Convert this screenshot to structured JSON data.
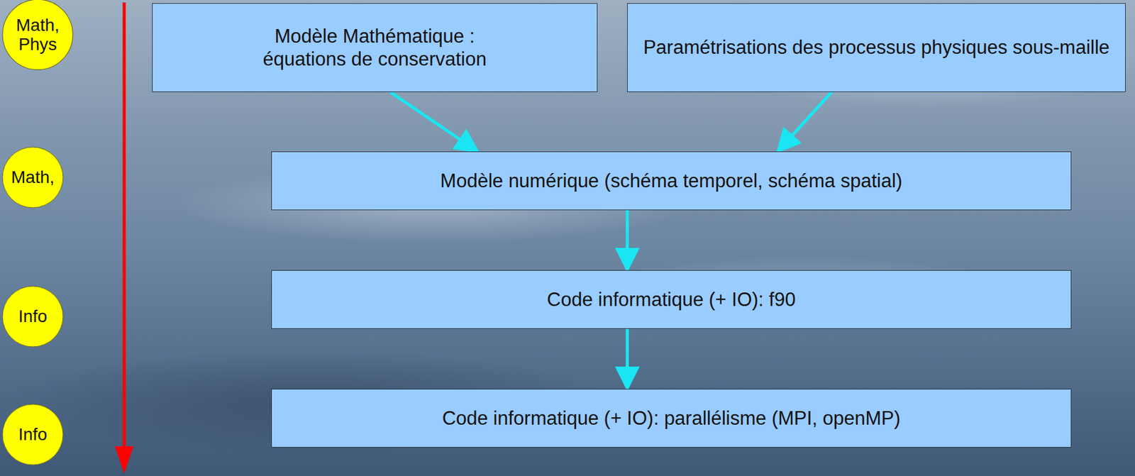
{
  "diagram": {
    "nodes": [
      {
        "text": [
          "Math, Phys"
        ]
      },
      {
        "text": [
          "Modèle Mathématique : équations de conservation"
        ]
      },
      {
        "text": [
          "Paramétrisations des processus physiques sous-maille"
        ]
      },
      {
        "text": [
          "Math,"
        ]
      },
      {
        "text": [
          "Modèle numérique (schéma temporel, schéma spatial)"
        ]
      },
      {
        "text": [
          "Info"
        ]
      },
      {
        "text": [
          "Code informatique (+ IO): f90"
        ]
      },
      {
        "text": [
          "Info"
        ]
      },
      {
        "text": [
          "Code informatique (+ IO): parallélisme (MPI, openMP)"
        ]
      }
    ],
    "edges": [
      {
        "from": 1,
        "to": 4,
        "arrow": "to"
      },
      {
        "from": 2,
        "to": 4,
        "arrow": "to"
      },
      {
        "from": 4,
        "to": 6,
        "arrow": "to"
      },
      {
        "from": 6,
        "to": 8,
        "arrow": "to"
      }
    ]
  }
}
